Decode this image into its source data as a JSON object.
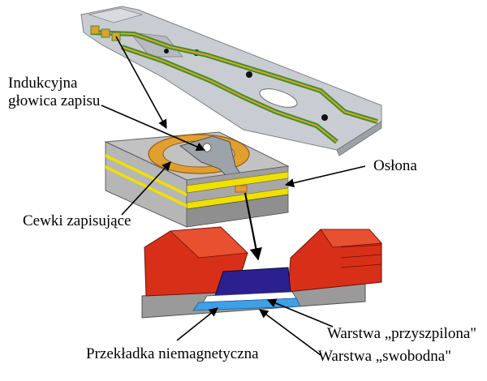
{
  "labels": {
    "write_head_line1": "Indukcyjna",
    "write_head_line2": "głowica zapisu",
    "shield": "Osłona",
    "write_coils": "Cewki zapisujące",
    "pinned_layer": "Warstwa „przyszpilona\"",
    "spacer": "Przekładka niemagnetyczna",
    "free_layer": "Warstwa „swobodna\""
  },
  "colors": {
    "suspension_metal": "#c9ccd2",
    "flex_trace_green": "#3d8f2a",
    "flex_trace_orange": "#e0a030",
    "slider_body": "#8f8f8f",
    "yellow_layer": "#f0e000",
    "red_shield": "#d83018",
    "pinned_layer_blue": "#2a2090",
    "spacer_white": "#ffffff",
    "free_layer_cyan": "#3da0e8",
    "arrow": "#000000"
  }
}
